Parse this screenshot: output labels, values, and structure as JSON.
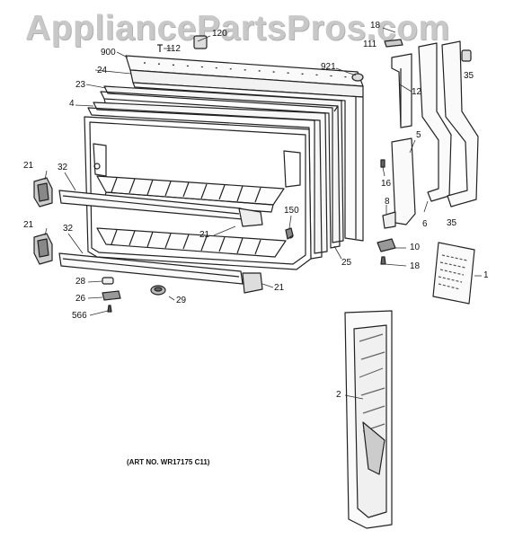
{
  "watermark": "AppliancePartsPros.com",
  "art_number": "(ART NO. WR17175 C11)",
  "callouts": {
    "p18a": "18",
    "p120": "120",
    "p111": "111",
    "p112": "112",
    "p900": "900",
    "p921": "921",
    "p24": "24",
    "p23": "23",
    "p4": "4",
    "p12": "12",
    "p35a": "35",
    "p35b": "35",
    "p5": "5",
    "p16": "16",
    "p8": "8",
    "p6": "6",
    "p10": "10",
    "p18b": "18",
    "p21a": "21",
    "p32a": "32",
    "p21b": "21",
    "p32b": "32",
    "p150": "150",
    "p21c": "21",
    "p25": "25",
    "p21d": "21",
    "p28": "28",
    "p26": "26",
    "p29": "29",
    "p566": "566",
    "p1": "1",
    "p2": "2"
  }
}
